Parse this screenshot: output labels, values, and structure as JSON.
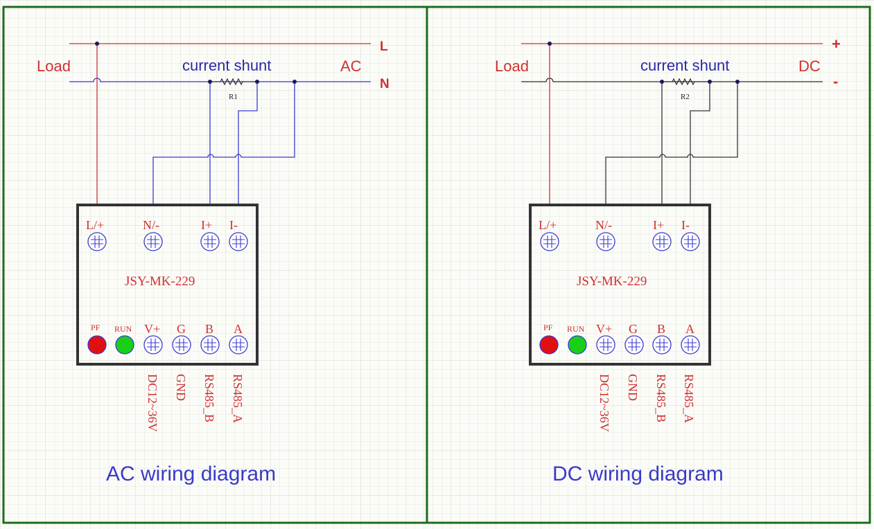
{
  "panels": [
    {
      "title": "AC wiring diagram",
      "load_label": "Load",
      "shunt_label": "current shunt",
      "type_label": "AC",
      "line_top_label": "L",
      "line_bottom_label": "N",
      "resistor_label": "R1",
      "bottom_wire_color": "#3a3ad0",
      "module": {
        "model": "JSY-MK-229",
        "top_terminals": [
          "L/+",
          "N/-",
          "I+",
          "I-"
        ],
        "indicators": [
          "PF",
          "RUN"
        ],
        "bottom_terminals": [
          "V+",
          "G",
          "B",
          "A"
        ],
        "terminal_functions": [
          "DC12~36V",
          "GND",
          "RS485_B",
          "RS485_A"
        ]
      }
    },
    {
      "title": "DC wiring diagram",
      "load_label": "Load",
      "shunt_label": "current shunt",
      "type_label": "DC",
      "line_top_label": "+",
      "line_bottom_label": "-",
      "resistor_label": "R2",
      "bottom_wire_color": "#333333",
      "module": {
        "model": "JSY-MK-229",
        "top_terminals": [
          "L/+",
          "N/-",
          "I+",
          "I-"
        ],
        "indicators": [
          "PF",
          "RUN"
        ],
        "bottom_terminals": [
          "V+",
          "G",
          "B",
          "A"
        ],
        "terminal_functions": [
          "DC12~36V",
          "GND",
          "RS485_B",
          "RS485_A"
        ]
      }
    }
  ],
  "colors": {
    "frame": "#1e6b1e",
    "label_red": "#d03030",
    "shunt_blue": "#2a2aa8",
    "title_blue": "#3a3ac8",
    "grid": "#e3e6dc",
    "grid_major": "#d4d8cc",
    "pf_led": "#e01010",
    "run_led": "#18d018",
    "module_border": "#333333"
  }
}
